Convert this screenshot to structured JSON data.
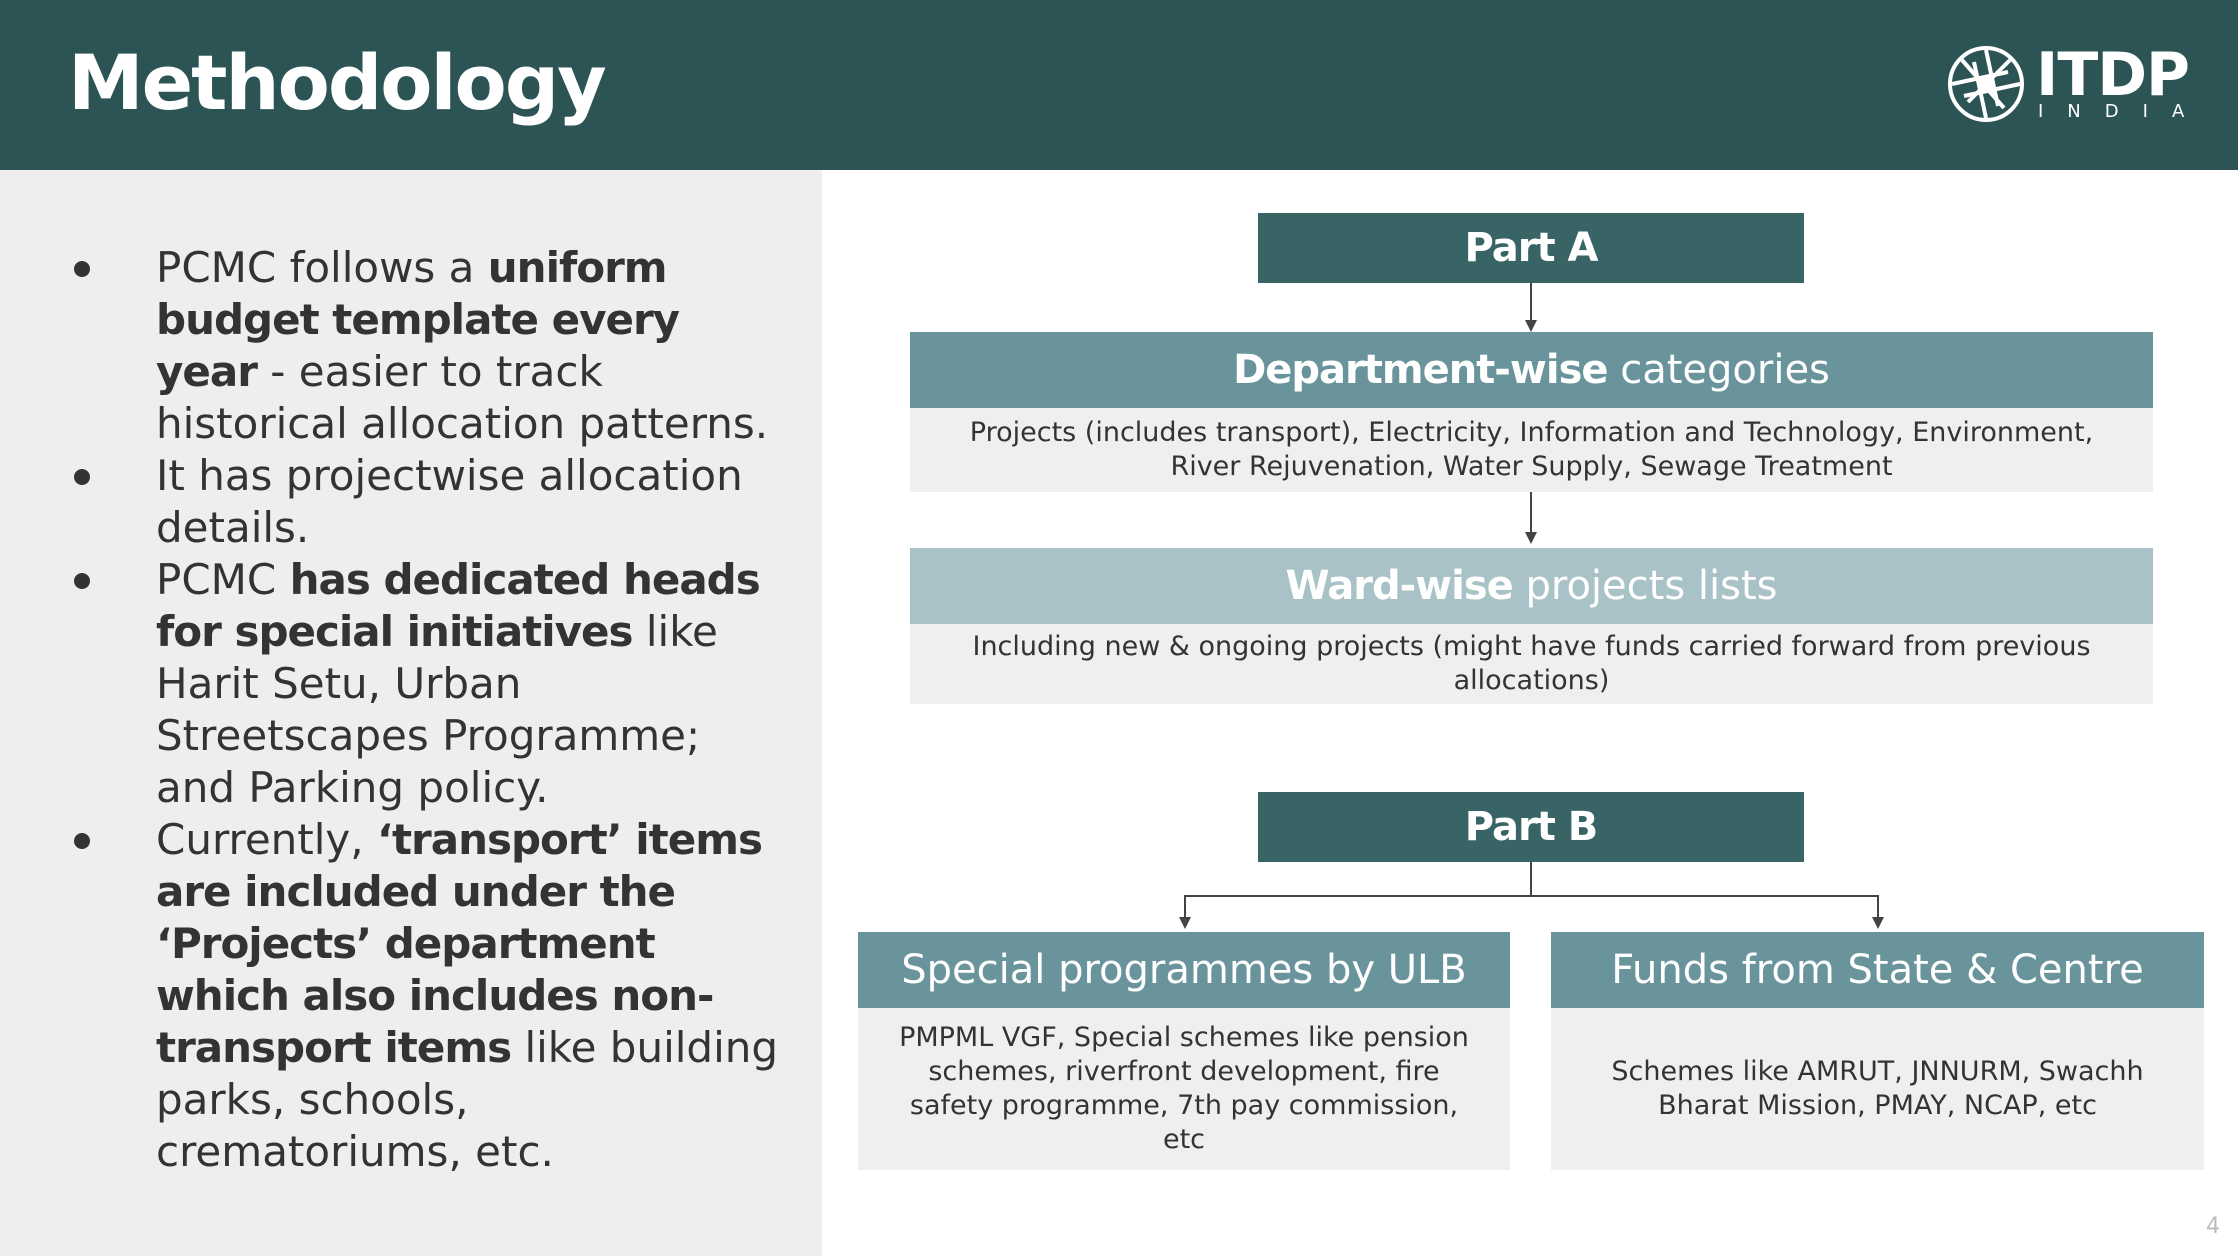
{
  "header": {
    "title": "Methodology",
    "logo_text": "ITDP",
    "logo_sub": "INDIA"
  },
  "bullets": [
    {
      "segments": [
        {
          "text": "PCMC follows a ",
          "bold": false
        },
        {
          "text": "uniform budget template every year",
          "bold": true
        },
        {
          "text": " - easier to track historical allocation patterns.",
          "bold": false
        }
      ]
    },
    {
      "segments": [
        {
          "text": "It has projectwise allocation details.",
          "bold": false
        }
      ]
    },
    {
      "segments": [
        {
          "text": "PCMC ",
          "bold": false
        },
        {
          "text": "has dedicated heads for special initiatives",
          "bold": true
        },
        {
          "text": " like Harit Setu, Urban Streetscapes Programme; and Parking policy.",
          "bold": false
        }
      ]
    },
    {
      "segments": [
        {
          "text": "Currently, ",
          "bold": false
        },
        {
          "text": "‘transport’ items are included under the ‘Projects’ department which also includes non-transport items",
          "bold": true
        },
        {
          "text": " like building parks, schools, crematoriums, etc.",
          "bold": false
        }
      ]
    }
  ],
  "diagram": {
    "part_a": "Part A",
    "department": {
      "bold": "Department-wise",
      "rest": " categories",
      "desc": "Projects (includes transport), Electricity, Information and Technology, Environment, River Rejuvenation, Water Supply, Sewage Treatment"
    },
    "ward": {
      "bold": "Ward-wise",
      "rest": " projects lists",
      "desc": "Including new & ongoing projects (might have funds carried forward from previous allocations)"
    },
    "part_b": "Part B",
    "special": {
      "label": "Special programmes by ULB",
      "desc": "PMPML VGF, Special schemes like pension schemes, riverfront development, fire safety programme, 7th pay commission, etc"
    },
    "funds": {
      "label": "Funds from State & Centre",
      "desc": "Schemes like AMRUT, JNNURM, Swachh Bharat Mission, PMAY, NCAP, etc"
    }
  },
  "page_number": "4",
  "colors": {
    "header_bg": "#2d5455",
    "part_bg": "#396465",
    "category_dark": "#6a949c",
    "category_light": "#a8c2c7",
    "panel_bg": "#eeeeee"
  }
}
